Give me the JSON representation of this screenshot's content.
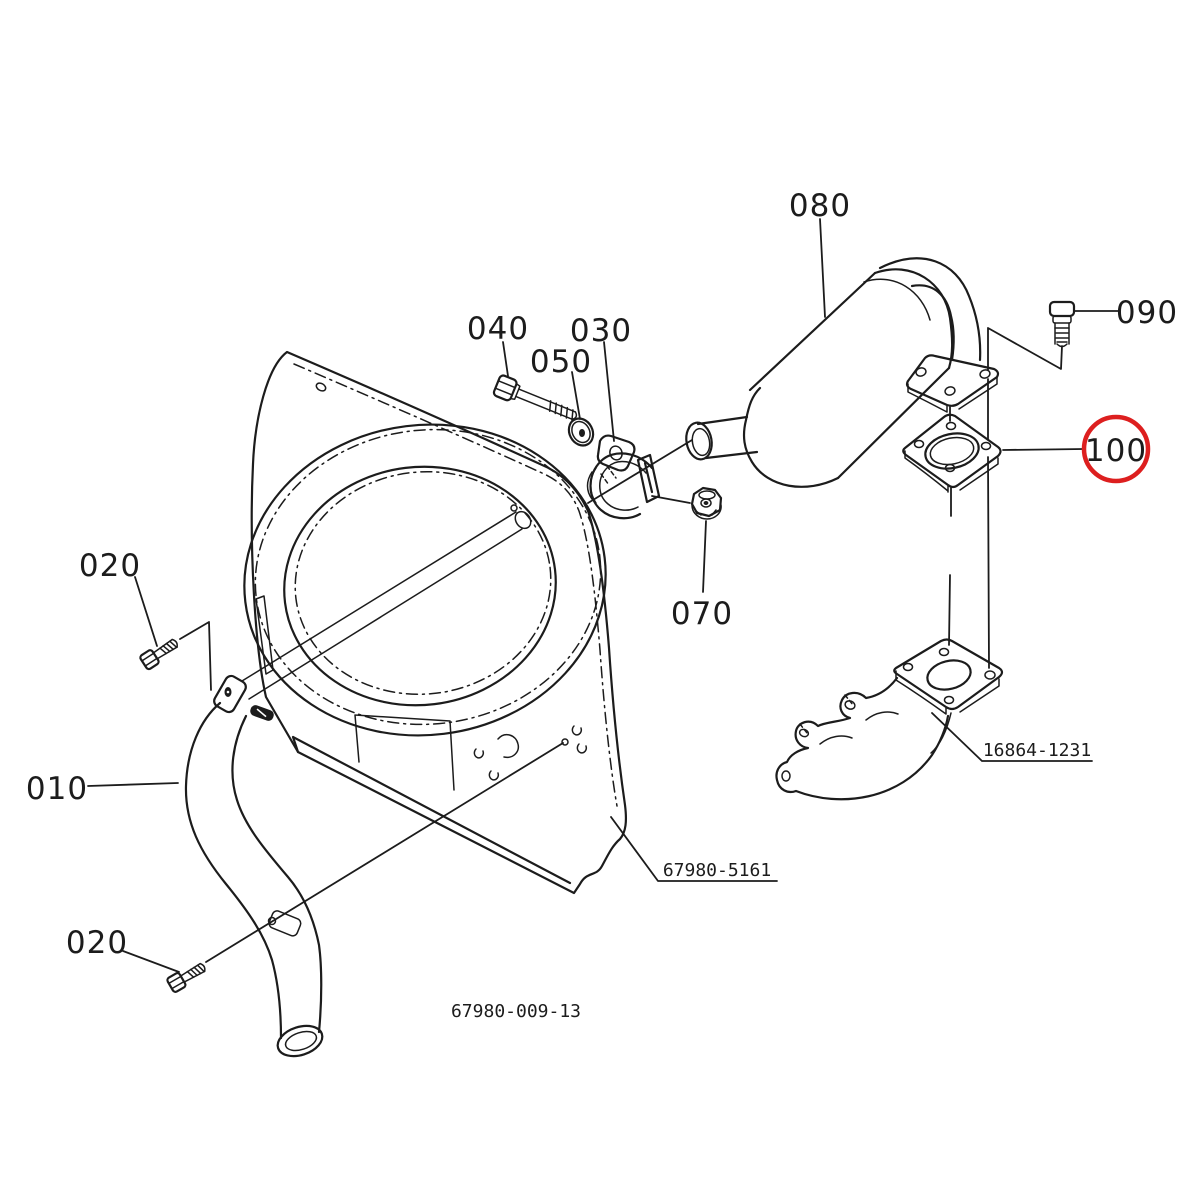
{
  "diagram": {
    "background_color": "#ffffff",
    "line_color": "#1c1c1c",
    "highlight_color": "#dd1f1f",
    "highlighted_callout": "100",
    "callouts": {
      "c010": "010",
      "c020_upper": "020",
      "c020_lower": "020",
      "c030": "030",
      "c040": "040",
      "c050": "050",
      "c070": "070",
      "c080": "080",
      "c090": "090",
      "c100": "100"
    },
    "part_numbers": {
      "manifold": "16864-1231",
      "panel": "67980-5161",
      "drawing_ref": "67980-009-13"
    }
  }
}
